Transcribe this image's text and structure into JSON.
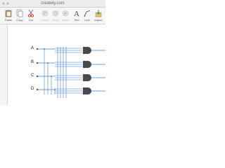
{
  "app": {
    "title": "creately.com"
  },
  "toolbar": {
    "paste": "Paste",
    "copy": "Copy",
    "cut": "Cut",
    "undo": "Undo",
    "redo": "Redo",
    "insert": "Insert",
    "text": "Text",
    "line": "Line",
    "import": "Import"
  },
  "diagram": {
    "inputs": [
      "A",
      "B",
      "C",
      "D"
    ],
    "colors": {
      "wire": "#3a7fd9",
      "gate": "#4a4a4a",
      "node": "#555555"
    }
  }
}
